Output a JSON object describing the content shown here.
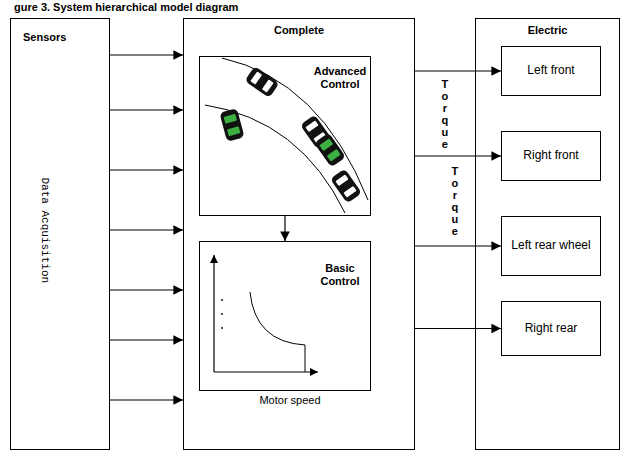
{
  "diagram": {
    "title": "gure 3. System hierarchical model diagram",
    "nodes": [
      {
        "text": [
          "Sensors",
          "Data Acquisition"
        ]
      },
      {
        "text": [
          "Complete"
        ]
      },
      {
        "text": [
          "Advanced Control"
        ],
        "in": 1
      },
      {
        "text": [
          "Basic Control"
        ],
        "in": 1
      },
      {
        "text": [
          "Electric"
        ]
      },
      {
        "text": [
          "Left front"
        ],
        "in": 4
      },
      {
        "text": [
          "Right front"
        ],
        "in": 4
      },
      {
        "text": [
          "Left rear wheel"
        ],
        "in": 4
      },
      {
        "text": [
          "Right rear"
        ],
        "in": 4
      }
    ],
    "edges": [
      {
        "from": 0,
        "to": 1,
        "arrow": "to"
      },
      {
        "from": 0,
        "to": 1,
        "arrow": "to"
      },
      {
        "from": 0,
        "to": 1,
        "arrow": "to"
      },
      {
        "from": 0,
        "to": 1,
        "arrow": "to"
      },
      {
        "from": 0,
        "to": 1,
        "arrow": "to"
      },
      {
        "from": 0,
        "to": 1,
        "arrow": "to"
      },
      {
        "from": 0,
        "to": 1,
        "arrow": "to"
      },
      {
        "from": 2,
        "to": 3,
        "arrow": "to"
      },
      {
        "from": 1,
        "to": 5,
        "arrow": "to"
      },
      {
        "from": 1,
        "to": 6,
        "arrow": "to"
      },
      {
        "from": 1,
        "to": 7,
        "arrow": "to"
      },
      {
        "from": 1,
        "to": 8,
        "arrow": "to"
      }
    ],
    "labels": [
      "Torque",
      "Torque",
      "Motor speed"
    ]
  }
}
